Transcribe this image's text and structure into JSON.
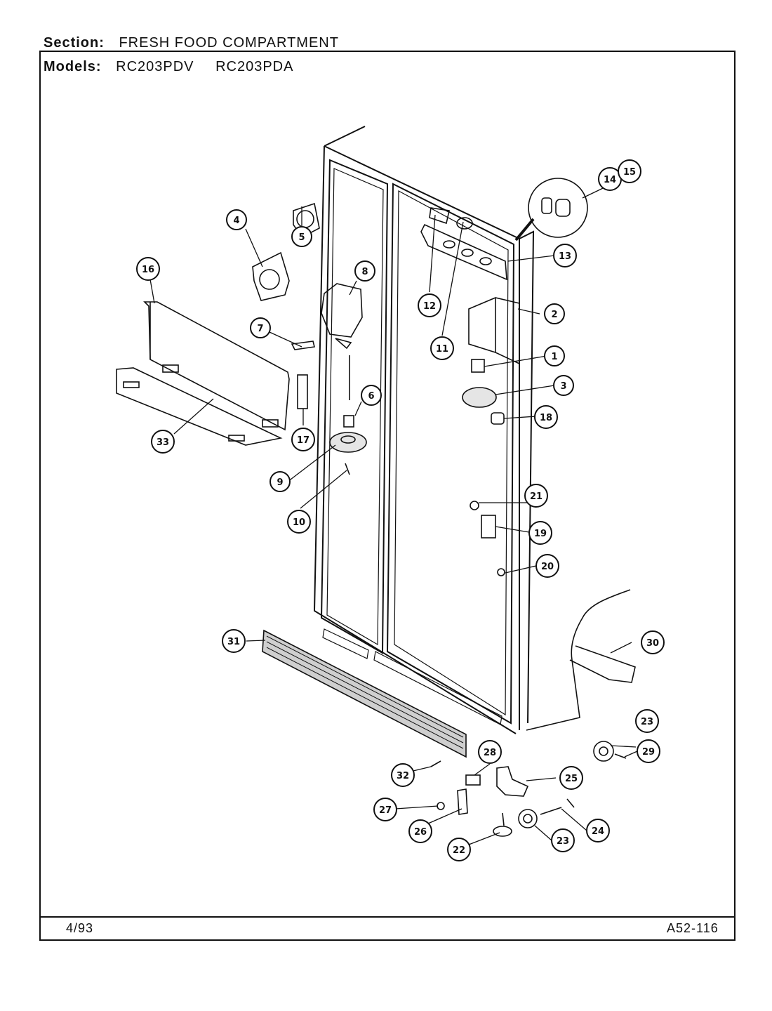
{
  "header": {
    "section_label": "Section:",
    "section_value": "FRESH FOOD COMPARTMENT",
    "models_label": "Models:",
    "models": [
      "RC203PDV",
      "RC203PDA"
    ]
  },
  "footer": {
    "date": "4/93",
    "code": "A52-116"
  },
  "callout_numbers": [
    "1",
    "2",
    "3",
    "4",
    "5",
    "6",
    "7",
    "8",
    "9",
    "10",
    "11",
    "12",
    "13",
    "14",
    "15",
    "16",
    "17",
    "18",
    "19",
    "20",
    "21",
    "22",
    "23",
    "23",
    "24",
    "25",
    "26",
    "27",
    "28",
    "29",
    "30",
    "31",
    "32",
    "33"
  ],
  "colors": {
    "ink": "#111111",
    "paper": "#ffffff",
    "shade": "#cfcfcf"
  }
}
